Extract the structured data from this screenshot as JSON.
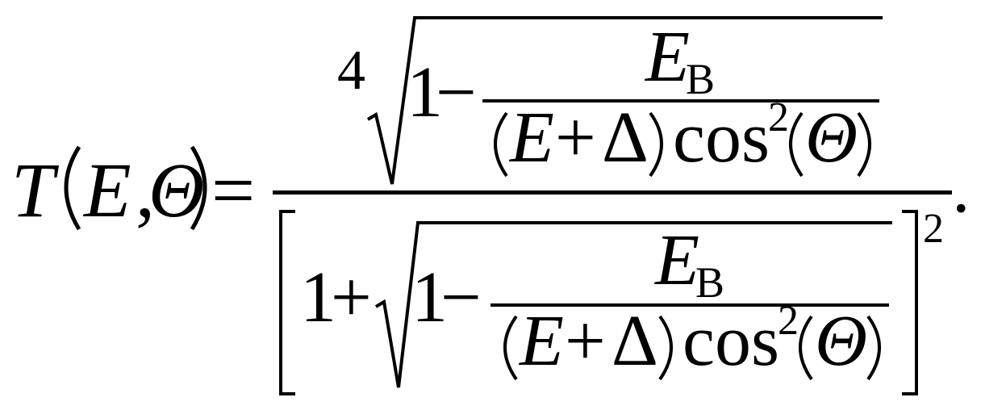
{
  "equation": {
    "lhs": {
      "func": "T",
      "arg1": "E",
      "comma": ",",
      "arg2": "Θ"
    },
    "equals": "=",
    "numerator": {
      "coefficient": "4",
      "one": "1",
      "minus": "−",
      "frac_num_var": "E",
      "frac_num_sub": "B",
      "frac_den_var": "E",
      "plus": "+",
      "delta": "Δ",
      "cos": "cos",
      "cos_exp": "2",
      "angle": "Θ"
    },
    "denominator": {
      "one_outer": "1",
      "plus_outer": "+",
      "one": "1",
      "minus": "−",
      "frac_num_var": "E",
      "frac_num_sub": "B",
      "frac_den_var": "E",
      "plus": "+",
      "delta": "Δ",
      "cos": "cos",
      "cos_exp": "2",
      "angle": "Θ",
      "bracket_exp": "2"
    },
    "terminator": "."
  }
}
